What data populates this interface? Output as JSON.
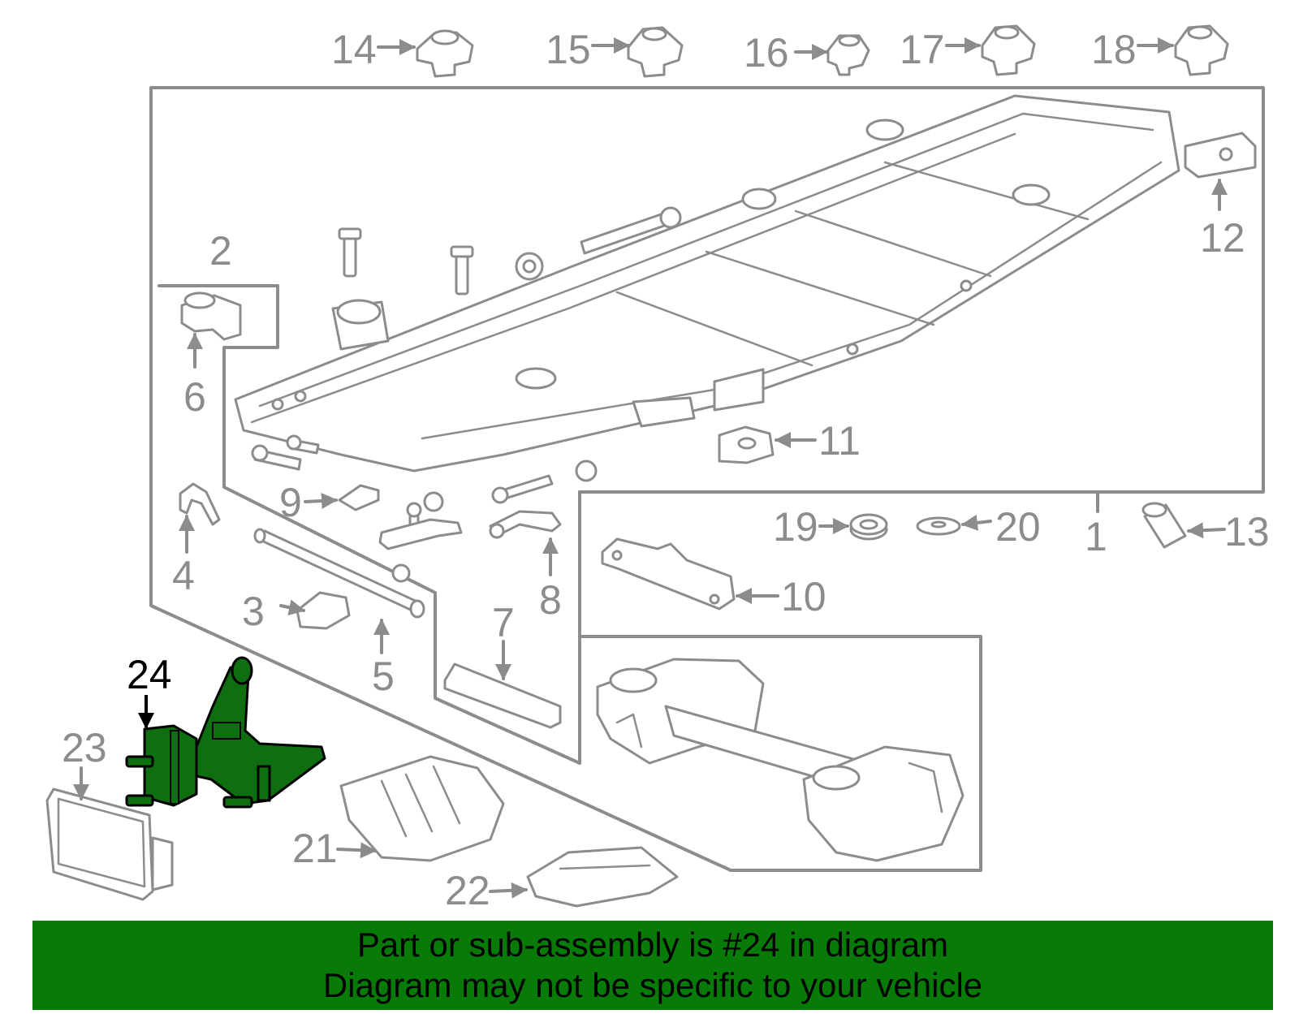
{
  "callouts": {
    "c1": "1",
    "c2": "2",
    "c3": "3",
    "c4": "4",
    "c5": "5",
    "c6": "6",
    "c7": "7",
    "c8": "8",
    "c9": "9",
    "c10": "10",
    "c11": "11",
    "c12": "12",
    "c13": "13",
    "c14": "14",
    "c15": "15",
    "c16": "16",
    "c17": "17",
    "c18": "18",
    "c19": "19",
    "c20": "20",
    "c21": "21",
    "c22": "22",
    "c23": "23",
    "c24": "24"
  },
  "banner": {
    "line1": "Part or sub-assembly is #24 in diagram",
    "line2": "Diagram may not be specific to your vehicle"
  },
  "colors": {
    "highlight_part": "#0f6e0f",
    "banner_background": "#087a08",
    "line_art": "#8c8c8c",
    "highlight_label": "#000000"
  },
  "highlighted_part": "24"
}
